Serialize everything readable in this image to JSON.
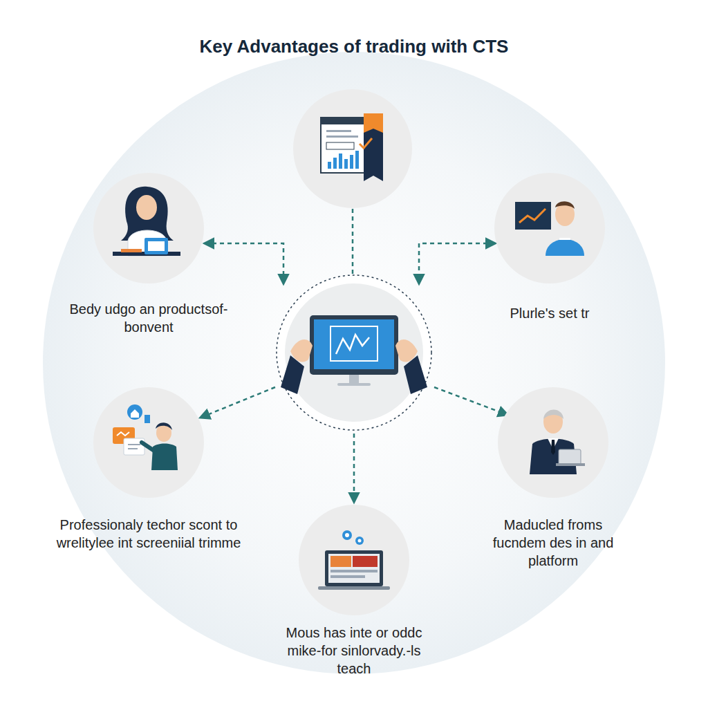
{
  "diagram": {
    "title": "Key Advantages of trading with CTS",
    "nodes": [
      {
        "text": [
          "Bedy udgo an productsof-bonvent"
        ]
      },
      {
        "text": [
          "Plurle's set tr"
        ]
      },
      {
        "text": [
          "Professionaly techor scont to wrelitylee int screeniial trimme"
        ]
      },
      {
        "text": [
          "Maducled froms fucndem des in and platform"
        ]
      },
      {
        "text": [
          "Mous has inte or oddc mike-for sinlorvady.-ls teach"
        ]
      }
    ]
  }
}
